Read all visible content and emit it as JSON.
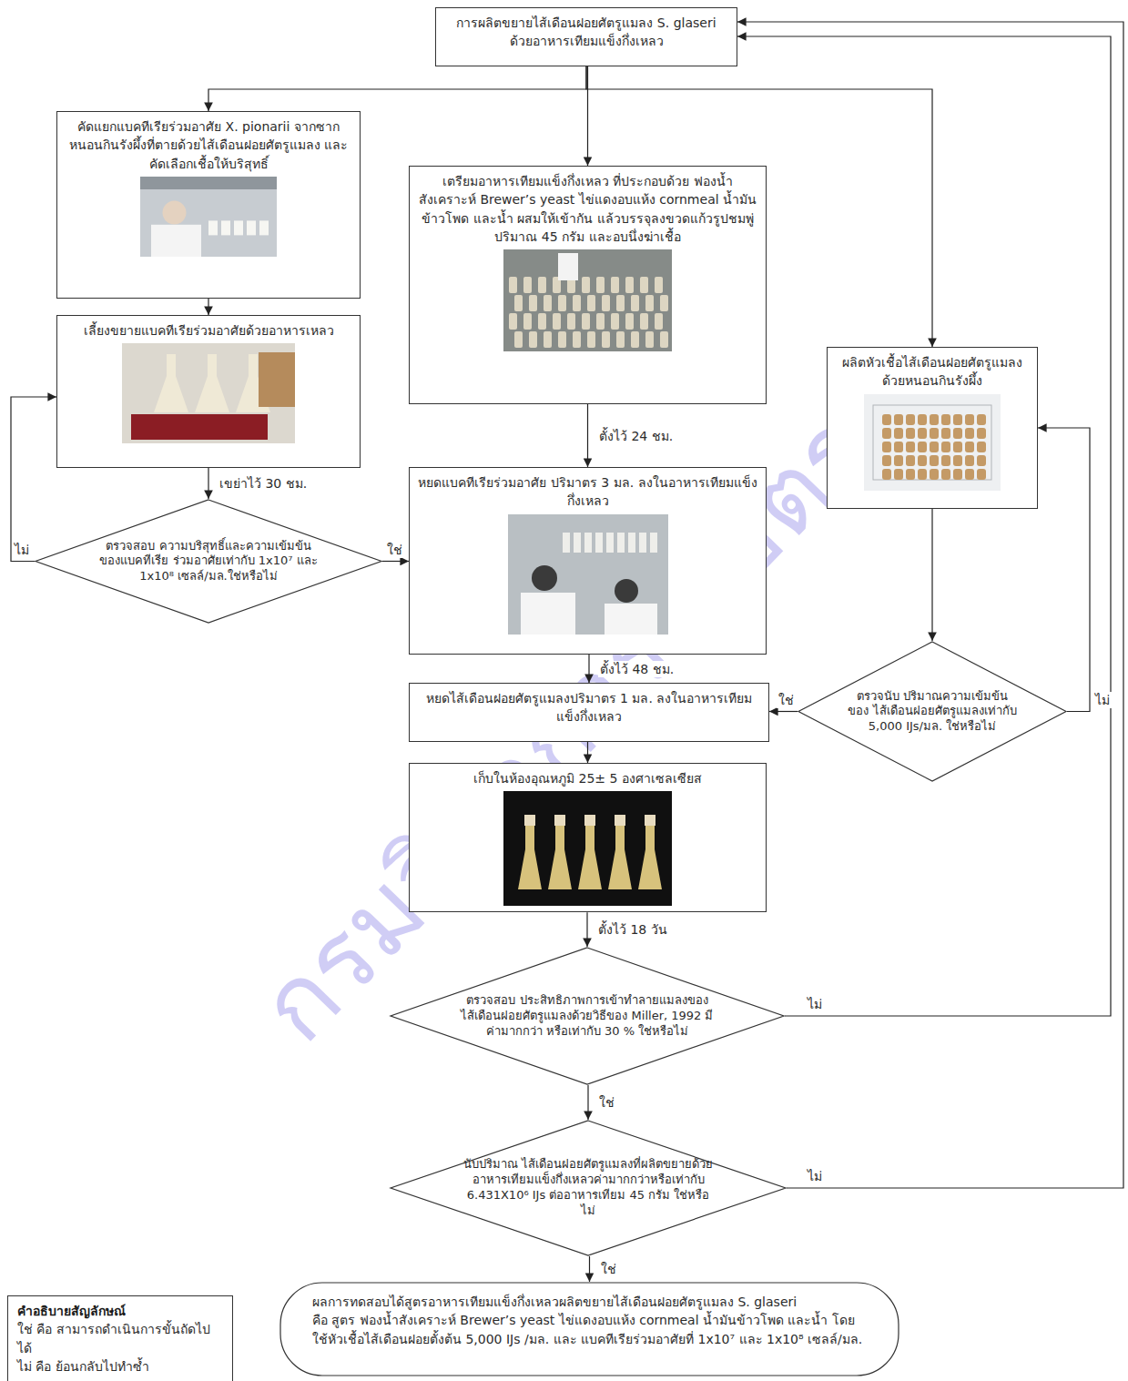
{
  "diagram": {
    "nodes": [
      {
        "text": [
          "การผลิตขยายไส้เดือนฝอยศัตรูแมลง S. glaseri ด้วยอาหารเทียมแข็งกึ่งเหลว"
        ]
      },
      {
        "text": [
          "คัดแยกแบคทีเรียร่วมอาศัย X. pionarii จากซาก หนอนกินรังผึ้งที่ตายด้วยไส้เดือนฝอยศัตรูแมลง และคัดเลือกเชื้อให้บริสุทธิ์"
        ]
      },
      {
        "text": [
          "เตรียมอาหารเทียมแข็งกึ่งเหลว ที่ประกอบด้วย ฟองน้ำ สังเคราะห์ Brewer’s yeast ไข่แดงอบแห้ง cornmeal น้ำมัน ข้าวโพด และน้ำ ผสมให้เข้ากัน แล้วบรรจุลงขวดแก้วรูปชมพู่ ปริมาณ 45 กรัม และอบนึ่งฆ่าเชื้อ"
        ]
      },
      {
        "text": [
          "ผลิตหัวเชื้อไส้เดือนฝอยศัตรูแมลง ด้วยหนอนกินรังผึ้ง"
        ]
      },
      {
        "text": [
          "เลี้ยงขยายแบคทีเรียร่วมอาศัยด้วยอาหารเหลว"
        ]
      },
      {
        "text": [
          "ตรวจสอบ ความบริสุทธิ์และความเข้มข้นของแบคทีเรีย ร่วมอาศัยเท่ากับ 1x10⁷ และ 1x10⁸ เซลล์/มล.ใช่หรือไม่"
        ]
      },
      {
        "text": [
          "หยดแบคทีเรียร่วมอาศัย ปริมาตร 3 มล. ลงในอาหารเทียมแข็งกึ่งเหลว"
        ]
      },
      {
        "text": [
          "ตรวจนับ ปริมาณความเข้มข้นของ ไส้เดือนฝอยศัตรูแมลงเท่ากับ 5,000 IJs/มล. ใช่หรือไม่"
        ]
      },
      {
        "text": [
          "หยดไส้เดือนฝอยศัตรูแมลงปริมาตร 1 มล. ลงในอาหารเทียมแข็งกึ่งเหลว"
        ]
      },
      {
        "text": [
          "เก็บในห้องอุณหภูมิ 25± 5 องศาเซลเซียส"
        ]
      },
      {
        "text": [
          "ตรวจสอบ ประสิทธิภาพการเข้าทำลายแมลงของ ไส้เดือนฝอยศัตรูแมลงด้วยวิธีของ Miller, 1992 มีค่ามากกว่า หรือเท่ากับ 30 % ใช่หรือไม่"
        ]
      },
      {
        "text": [
          "นับปริมาณ ไส้เดือนฝอยศัตรูแมลงที่ผลิตขยายด้วย อาหารเทียมแข็งกึ่งเหลวค่ามากกว่าหรือเท่ากับ 6.431X10⁶ IJs ต่ออาหารเทียม 45 กรัม ใช่หรือไม่"
        ]
      },
      {
        "text": [
          "ผลการทดสอบได้สูตรอาหารเทียมแข็งกึ่งเหลวผลิตขยายไส้เดือนฝอยศัตรูแมลง S. glaseri",
          "คือ สูตร ฟองน้ำสังเคราะห์ Brewer’s yeast ไข่แดงอบแห้ง cornmeal น้ำมันข้าวโพด และน้ำ โดยใช้หัวเชื้อไส้เดือนฝอยตั้งต้น 5,000 IJs /มล. และ แบคทีเรียร่วมอาศัยที่ 1x10⁷ และ 1x10⁸ เซลล์/มล."
        ]
      },
      {
        "text": [
          "คำอธิบายสัญลักษณ์",
          "ใช่ คือ สามารถดำเนินการขั้นถัดไปได้",
          "ไม่ คือ ย้อนกลับไปทำซ้ำ"
        ]
      }
    ],
    "edges": [
      {
        "from": 0,
        "to": 1,
        "arrow": "to"
      },
      {
        "from": 0,
        "to": 2,
        "arrow": "to"
      },
      {
        "from": 0,
        "to": 3,
        "arrow": "to"
      },
      {
        "from": 1,
        "to": 4,
        "arrow": "to"
      },
      {
        "from": 4,
        "to": 5,
        "label": "เขย่าไว้ 30 ชม.",
        "arrow": "to"
      },
      {
        "from": 5,
        "to": 4,
        "label": "ไม่",
        "arrow": "to"
      },
      {
        "from": 5,
        "to": 6,
        "label": "ใช่",
        "arrow": "to"
      },
      {
        "from": 2,
        "to": 6,
        "label": "ตั้งไว้ 24 ชม.",
        "arrow": "to"
      },
      {
        "from": 6,
        "to": 8,
        "label": "ตั้งไว้  48 ชม.",
        "arrow": "to"
      },
      {
        "from": 3,
        "to": 7,
        "arrow": "to"
      },
      {
        "from": 7,
        "to": 3,
        "label": "ไม่",
        "arrow": "to"
      },
      {
        "from": 7,
        "to": 8,
        "label": "ใช่",
        "arrow": "to"
      },
      {
        "from": 8,
        "to": 9,
        "arrow": "to"
      },
      {
        "from": 9,
        "to": 10,
        "label": "ตั้งไว้ 18 วัน",
        "arrow": "to"
      },
      {
        "from": 10,
        "to": 0,
        "label": "ไม่",
        "arrow": "to"
      },
      {
        "from": 10,
        "to": 11,
        "label": "ใช่",
        "arrow": "to"
      },
      {
        "from": 11,
        "to": 0,
        "label": "ไม่",
        "arrow": "to"
      },
      {
        "from": 11,
        "to": 12,
        "label": "ใช่",
        "arrow": "to"
      }
    ],
    "labels": [
      "กรมวิชาการเกษตร"
    ]
  }
}
